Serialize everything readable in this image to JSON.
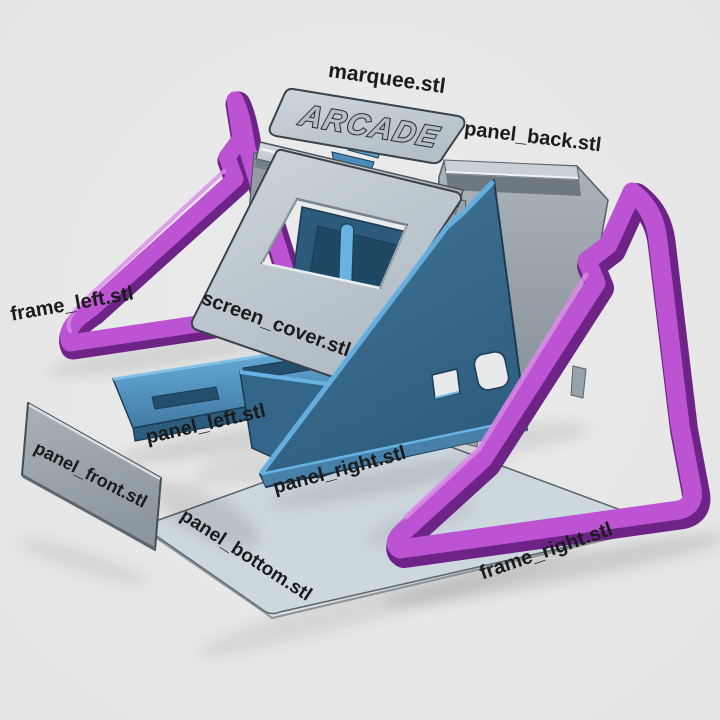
{
  "scene": {
    "description": "Exploded-view render of a 3D-printable mini arcade cabinet kit with STL part labels",
    "background": "#e9e9e9"
  },
  "colors": {
    "bg": "#e9e9e9",
    "label": "#1b1b1b",
    "frame_dark": "#6e2387",
    "frame_main": "#bb53d2",
    "frame_highlight": "#da8ae8",
    "blue_light": "#68b2e4",
    "blue_mid": "#4a85ad",
    "blue_face": "#366a8c",
    "blue_dark": "#2b5c7d",
    "blue_outline": "#1c3b52",
    "plate_outline": "#3a424a",
    "specular": "#f3f6f8",
    "sheet_fill": "#cdd7de",
    "hole_fill": "#e7e9ea"
  },
  "marquee": {
    "engraving": "ARCADE"
  },
  "parts": [
    {
      "id": "marquee",
      "label": "marquee.stl"
    },
    {
      "id": "panel_back",
      "label": "panel_back.stl"
    },
    {
      "id": "frame_left",
      "label": "frame_left.stl"
    },
    {
      "id": "screen_cover",
      "label": "screen_cover.stl"
    },
    {
      "id": "panel_left",
      "label": "panel_left.stl"
    },
    {
      "id": "panel_right",
      "label": "panel_right.stl"
    },
    {
      "id": "panel_front",
      "label": "panel_front.stl"
    },
    {
      "id": "panel_bottom",
      "label": "panel_bottom.stl"
    },
    {
      "id": "frame_right",
      "label": "frame_right.stl"
    }
  ]
}
